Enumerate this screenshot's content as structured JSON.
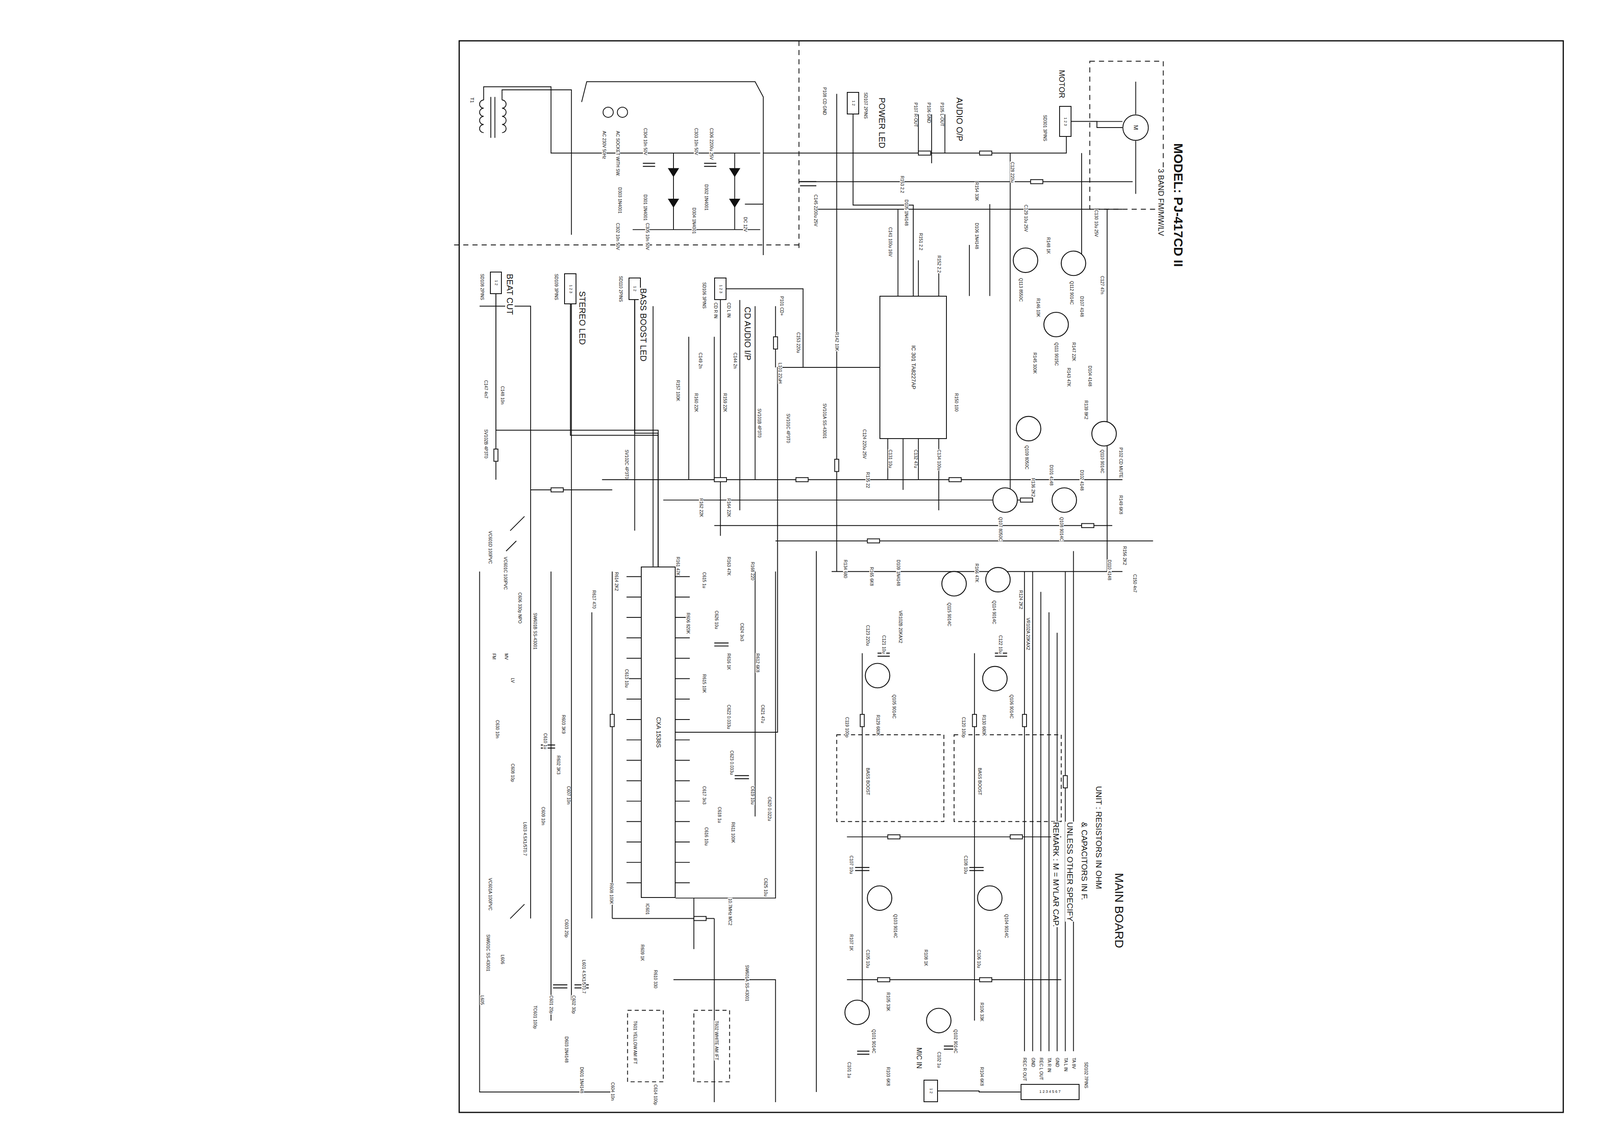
{
  "diagram": {
    "title": "MODEL: PJ-417CD II",
    "nodes": [
      {
        "text": [
          "CXA 1538S"
        ]
      },
      {
        "text": [
          "IC 301 TA8227AP"
        ]
      },
      {
        "text": [
          "1 2"
        ]
      },
      {
        "text": [
          "1 2 3"
        ]
      },
      {
        "text": [
          "1 2"
        ]
      },
      {
        "text": [
          "1 2 3"
        ]
      },
      {
        "text": [
          "1 2"
        ]
      },
      {
        "text": [
          "1 2 3"
        ]
      },
      {
        "text": [
          "M"
        ]
      },
      {
        "text": [
          "1 2"
        ]
      },
      {
        "text": [
          "1 2 3 4 5 6 7"
        ]
      }
    ],
    "edges": [
      {
        "from": 2,
        "to": 0,
        "arrow": "none"
      },
      {
        "from": 3,
        "to": 0,
        "arrow": "none"
      },
      {
        "from": 4,
        "to": 0,
        "arrow": "none"
      },
      {
        "from": 5,
        "to": 1,
        "arrow": "none"
      },
      {
        "from": 6,
        "to": 1,
        "arrow": "none"
      },
      {
        "from": 7,
        "to": 8,
        "arrow": "none"
      },
      {
        "from": 0,
        "to": 1,
        "arrow": "none"
      },
      {
        "from": 9,
        "to": 10,
        "arrow": "none"
      }
    ],
    "labels": [
      "3 BAND FM/MW/LV",
      "MAIN BOARD",
      "UNIT : RESISTORS IN OHM",
      "& CAPACITORS IN F.",
      "UNLESS OTHER SPECIFY",
      "REMARK : M = MYLAR CAP.",
      "POWER LED",
      "AUDIO O/P",
      "MOTOR",
      "BEAT CUT",
      "STEREO LED",
      "BASS BOOST LED",
      "CD AUDIO I/P",
      "MIC IN",
      "AC 230V 50Hz",
      "AC SOCKET WITH SW.",
      "DC 12V",
      "T1",
      "C304 10n 50V",
      "D303 1N4001",
      "D301 1N4001",
      "C302 10n 50V",
      "C305 10n 50V",
      "C303 10n 50V",
      "C306 2200u 25V",
      "D302 1N4001",
      "D304 1N4001",
      "C145 2200u 25V",
      "P108 CD GND",
      "SD107 2PINS",
      "P107 R-OUT",
      "P106 GND",
      "P105 L-OUT",
      "SD301 3PINS",
      "SD108 2PINS",
      "SD109 3PINS",
      "SD110 2PINS",
      "SD106 3PINS",
      "CD R IN",
      "CD L IN",
      "P101 CD+",
      "C153 220u",
      "L101 22uH",
      "R142 10K",
      "C147 4n7",
      "C148 10n",
      "SV102B 4P3T0",
      "SV102C 4P3T0",
      "SV101A SS-43001",
      "SV101C 4P3T0",
      "SV101B 4P3T0",
      "C149 2n",
      "C144 2n",
      "R157 100K",
      "R160 22K",
      "R159 22K",
      "R162 22K",
      "R164 22K",
      "R161 47K",
      "R163 47K",
      "R168 220",
      "R617 470",
      "R614 2K2",
      "C124 220u 25V",
      "R135 22",
      "C131 10u",
      "C132 47u",
      "R150 100",
      "C134 100u",
      "C141 100u 16V",
      "R151 2.2",
      "R152 2.2",
      "R153 2.2",
      "R154 33K",
      "C128 220u",
      "C129 10u 25V",
      "C130 10u 25V",
      "D105 1N4148",
      "D106 1N4148",
      "Q113 8550C",
      "Q112 9014C",
      "Q111 9015C",
      "Q109 8050C",
      "Q110 9014C",
      "Q107 8050C",
      "Q108 9014C",
      "R148 1K",
      "R146 10K",
      "R145 300K",
      "R147 22K",
      "C127 47n",
      "R143 47K",
      "D107 4148",
      "D104 4148",
      "D102 4148",
      "D101 4148",
      "R139 8K2",
      "R136 2K2",
      "P102 CD MUTE",
      "R149 6K8",
      "R156 2K2",
      "C150 4n7",
      "D110 4148",
      "D109 1N4148",
      "R165 6K8",
      "R134 680",
      "Q115 9014C",
      "Q114 9014C",
      "R166 47K",
      "R124 2K2",
      "VR102B 20KAX2",
      "VR102A 20KAX2",
      "C123 220u",
      "BASS BOOST",
      "BASS BOOST",
      "Q105 9014C",
      "Q106 9014C",
      "C121 10u",
      "C122 10u",
      "R129 680K",
      "R130 680K",
      "C119 100p",
      "C120 100p",
      "Q103 9014C",
      "Q104 9014C",
      "C107 10u",
      "C108 10u",
      "R107 1K",
      "R108 1K",
      "C105 10u",
      "C106 10u",
      "Q101 9014C",
      "Q102 9014C",
      "R105 33K",
      "R106 33K",
      "R103 6K8",
      "R104 6K8",
      "C101 1u",
      "C102 1u",
      "REC R OUT",
      "GND",
      "REC L OUT",
      "TA R IN",
      "GND",
      "TA L IN",
      "TA 8V",
      "SD102 7PINS",
      "IC601",
      "C610 1u",
      "R603 3K9",
      "C613 10u",
      "R606 820K",
      "C615 1u",
      "R615 10K",
      "C626 10u",
      "R616 1K",
      "C624 3n3",
      "R612 6K8",
      "C622 0.033u",
      "C623 0.033u",
      "R611 100K",
      "C617 3n3",
      "C619 10u",
      "C620 0.022u",
      "C621 47u",
      "C616 10u",
      "C618 1u",
      "C625 10u",
      "10.7MHz MC2",
      "R608 100K",
      "C603 20p",
      "C609 10n",
      "C607 10n",
      "VC601C 100PVC",
      "VC601D 100PVC",
      "C606 330p NPO",
      "L603 4.5X1/5T0.7",
      "L601 4.5X1/5T0.7",
      "SW601B SS-43001",
      "FM",
      "MV",
      "LV",
      "R602 3K3",
      "C608 10p",
      "C630 10n",
      "SW601C SS-43001",
      "SW601A SS-43001",
      "TC601 100p",
      "C601 20p",
      "C602 30p",
      "D603 1N4148",
      "D601 1N4148",
      "R609 1K",
      "R610 330",
      "T601 YELLOW AM IFT",
      "T602 WHITE AM IFT",
      "C614 100p",
      "C604 10n",
      "VC601A 100PVC",
      "L606",
      "L605"
    ]
  }
}
